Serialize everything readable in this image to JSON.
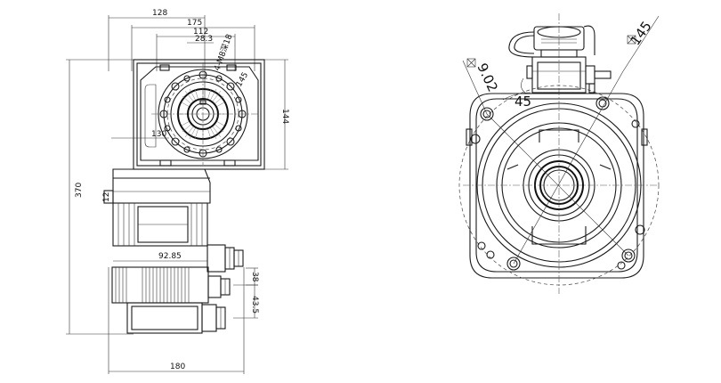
{
  "side_view": {
    "dimensions": {
      "d128": "128",
      "d175": "175",
      "d112": "112",
      "d28_3": "28.3",
      "d4m8": "4-M8深18",
      "d145": "145",
      "d144": "144",
      "d130": "130",
      "d370": "370",
      "d12": "12",
      "d92_85": "92.85",
      "d38": "38",
      "d43_5": "43.5",
      "d180": "180"
    }
  },
  "front_view": {
    "dimensions": {
      "d145": "145",
      "d9_02": "9.02",
      "d45": "45"
    }
  }
}
